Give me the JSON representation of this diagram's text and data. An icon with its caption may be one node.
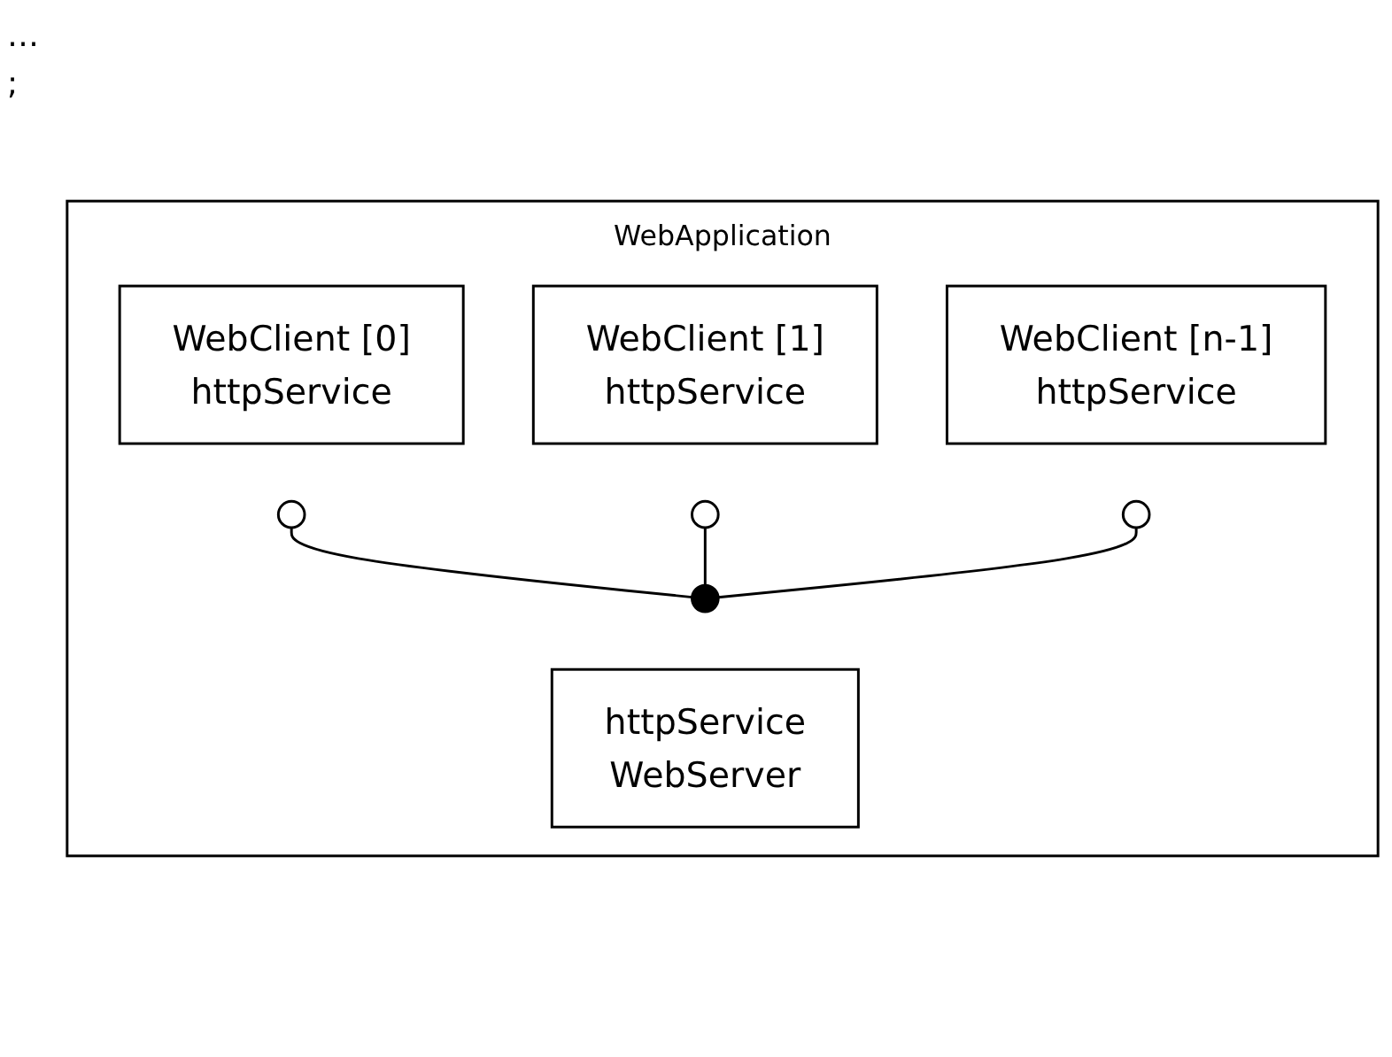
{
  "diagram": {
    "nodes": [
      {
        "text": [
          "WebApplication"
        ]
      },
      {
        "text": [
          "WebClient [0]",
          "httpService"
        ],
        "in": 0
      },
      {
        "text": [],
        "shape": "circle",
        "in": 0
      },
      {
        "text": [
          "WebClient [1]",
          "httpService"
        ],
        "in": 0
      },
      {
        "text": [],
        "shape": "circle",
        "in": 0
      },
      {
        "text": [
          "WebClient [n-1]",
          "httpService"
        ],
        "in": 0
      },
      {
        "text": [],
        "shape": "circle",
        "in": 0
      },
      {
        "text": [],
        "shape": "circle",
        "in": 0
      },
      {
        "text": [
          "httpService",
          "WebServer"
        ],
        "in": 0
      }
    ],
    "edges": [
      {
        "from": 2,
        "to": 7,
        "arrow": "none"
      },
      {
        "from": 4,
        "to": 7,
        "arrow": "none"
      },
      {
        "from": 6,
        "to": 7,
        "arrow": "none"
      }
    ],
    "labels": [
      "…",
      ";"
    ]
  }
}
